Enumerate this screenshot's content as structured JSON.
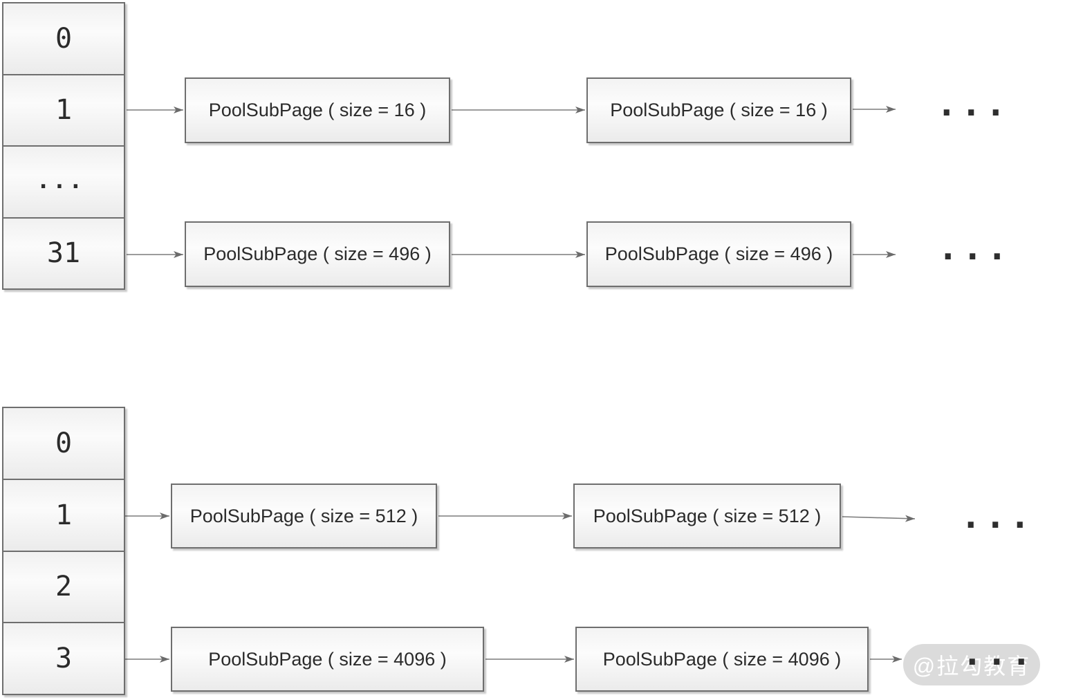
{
  "top": {
    "cells": [
      "0",
      "1",
      "...",
      "31"
    ],
    "rows": [
      {
        "boxes": [
          "PoolSubPage ( size = 16 )",
          "PoolSubPage ( size = 16 )"
        ],
        "ellipsis": "..."
      },
      {
        "boxes": [
          "PoolSubPage ( size = 496 )",
          "PoolSubPage ( size = 496 )"
        ],
        "ellipsis": "..."
      }
    ]
  },
  "bottom": {
    "cells": [
      "0",
      "1",
      "2",
      "3"
    ],
    "rows": [
      {
        "boxes": [
          "PoolSubPage ( size = 512 )",
          "PoolSubPage ( size = 512 )"
        ],
        "ellipsis": "..."
      },
      {
        "boxes": [
          "PoolSubPage ( size = 4096 )",
          "PoolSubPage ( size = 4096 )"
        ],
        "ellipsis": "..."
      }
    ]
  },
  "watermark": {
    "text": "@拉勾教育"
  },
  "colors": {
    "border": "#6e6e6e",
    "arrow": "#7c7c7c",
    "arrowhead": "#6b6b6b",
    "text": "#2b2b2b",
    "node_fill_top": "#f3f3f3",
    "node_fill_bottom": "#ebebeb",
    "watermark_bg": "#c5c5c5",
    "watermark_text": "#ffffff"
  }
}
